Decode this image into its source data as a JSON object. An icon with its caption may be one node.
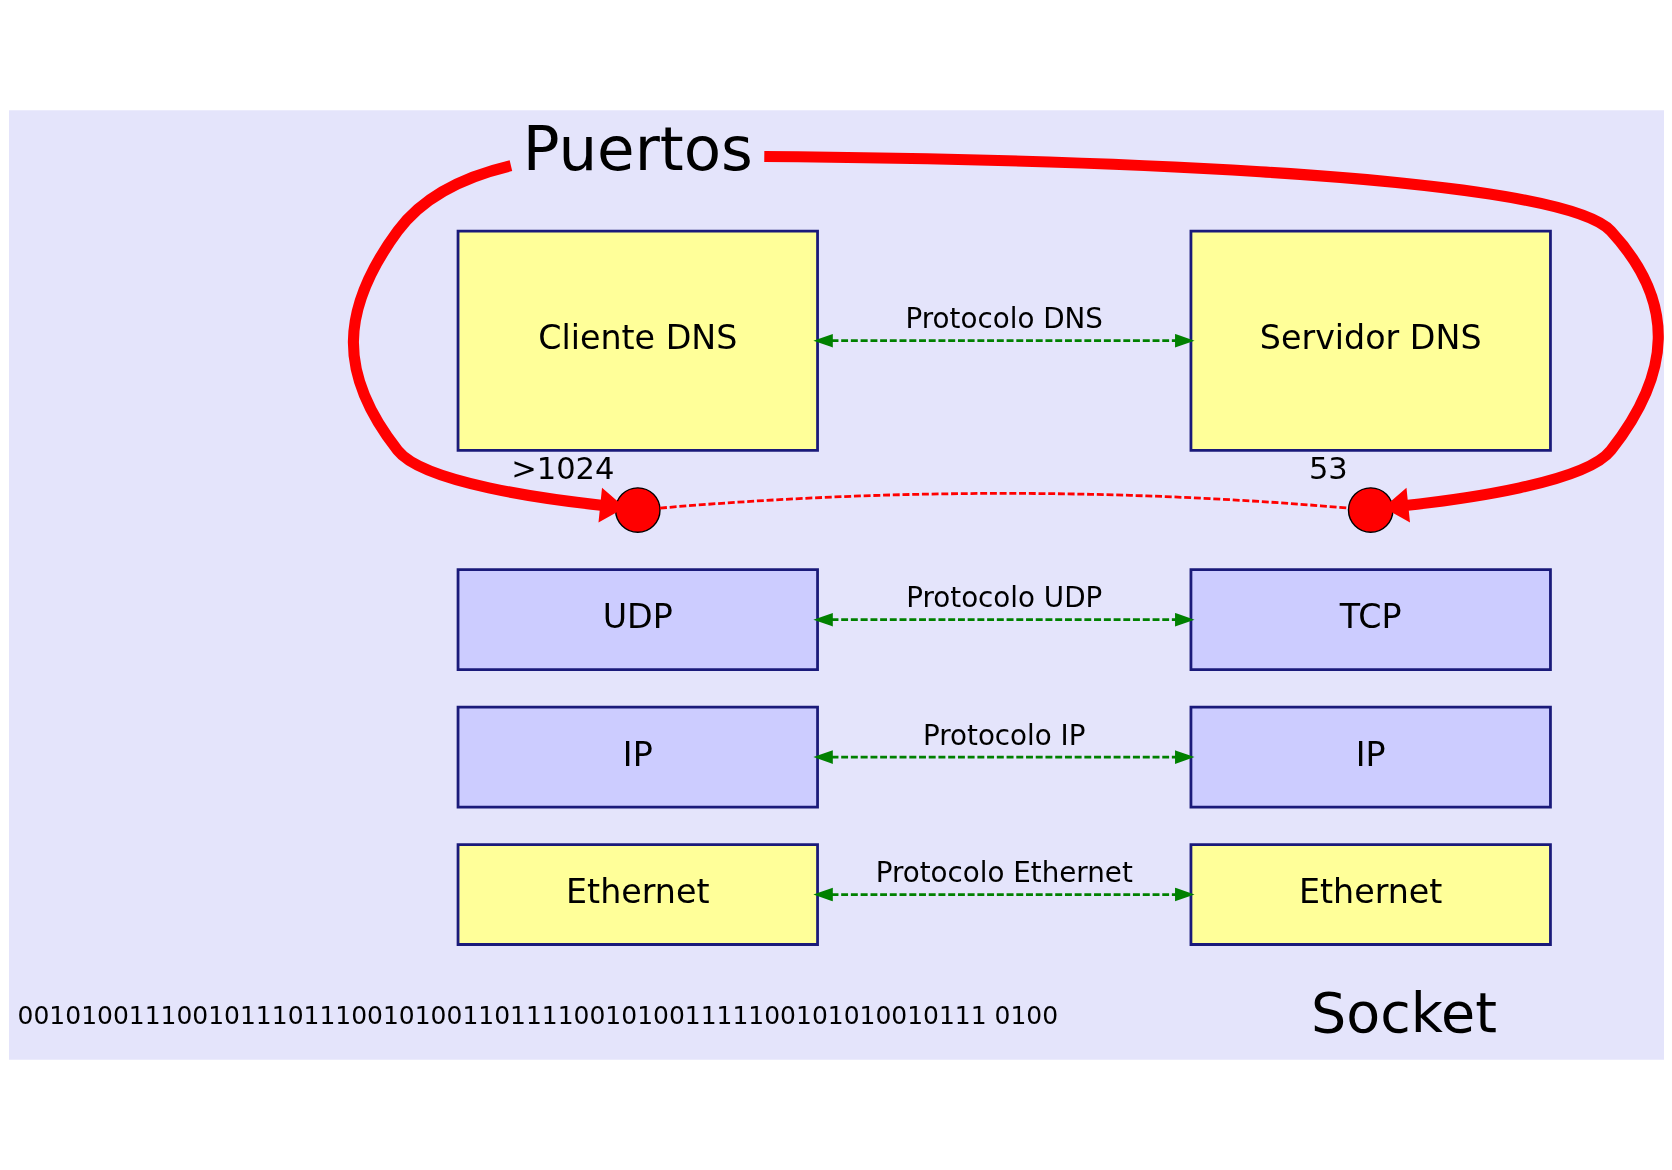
{
  "diagram": {
    "nodes": [
      {
        "text": [
          "Cliente DNS"
        ]
      },
      {
        "text": [
          "UDP"
        ]
      },
      {
        "text": [
          "IP"
        ]
      },
      {
        "text": [
          "Ethernet"
        ]
      },
      {
        "text": [
          "Servidor DNS"
        ]
      },
      {
        "text": [
          "TCP"
        ]
      },
      {
        "text": [
          "IP"
        ]
      },
      {
        "text": [
          "Ethernet"
        ]
      },
      {
        "text": [],
        "shape": "circle",
        "beside": [
          ">1024"
        ]
      },
      {
        "text": [],
        "shape": "circle",
        "beside": [
          "53"
        ]
      },
      {
        "text": [
          "Puertos"
        ]
      }
    ],
    "edges": [
      {
        "from": 0,
        "to": 4,
        "arrow": "both",
        "label": "Protocolo DNS",
        "style": "dashed"
      },
      {
        "from": 1,
        "to": 5,
        "arrow": "both",
        "label": "Protocolo UDP",
        "style": "dashed"
      },
      {
        "from": 2,
        "to": 6,
        "arrow": "both",
        "label": "Protocolo IP",
        "style": "dashed"
      },
      {
        "from": 3,
        "to": 7,
        "arrow": "both",
        "label": "Protocolo Ethernet",
        "style": "dashed"
      },
      {
        "from": 10,
        "to": 8,
        "arrow": "to",
        "style": "thick",
        "color": "#ff0000"
      },
      {
        "from": 10,
        "to": 9,
        "arrow": "to",
        "style": "thick",
        "color": "#ff0000"
      },
      {
        "from": 8,
        "to": 9,
        "arrow": "none",
        "style": "dashed",
        "color": "#ff0000"
      }
    ],
    "labels": [
      "Socket",
      "0010100111001011101110010100110111100101001111100101010010111 0100"
    ]
  }
}
